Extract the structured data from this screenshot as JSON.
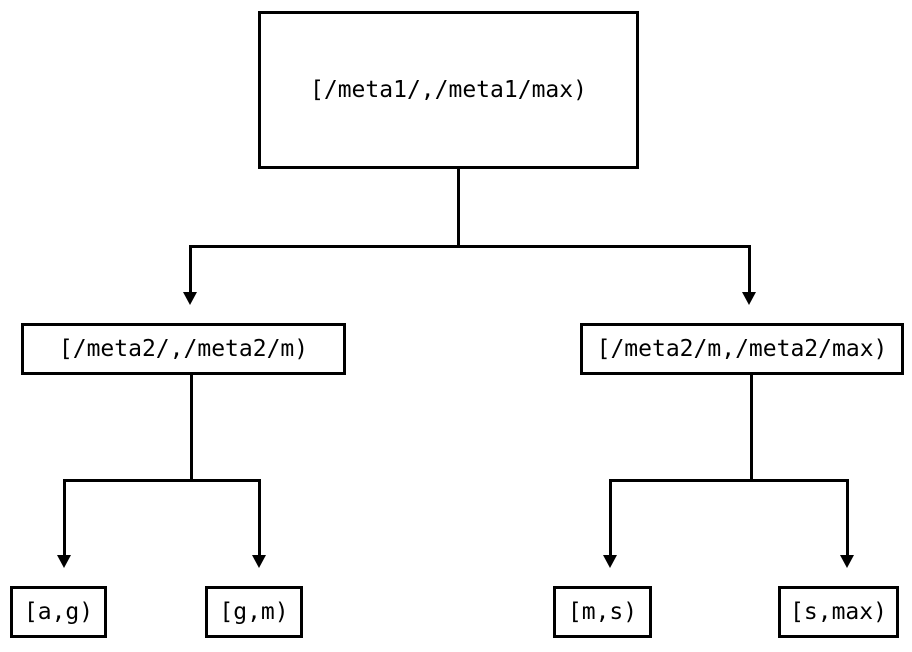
{
  "diagram": {
    "type": "tree",
    "title": "",
    "orientation": "top-down",
    "colors": {
      "stroke": "#000000",
      "fill": "#ffffff",
      "text": "#000000",
      "background": "#ffffff"
    },
    "nodes": {
      "root": {
        "label": "[/meta1/,/meta1/max)"
      },
      "mid_left": {
        "label": "[/meta2/,/meta2/m)"
      },
      "mid_right": {
        "label": "[/meta2/m,/meta2/max)"
      },
      "leaf_1": {
        "label": "[a,g)"
      },
      "leaf_2": {
        "label": "[g,m)"
      },
      "leaf_3": {
        "label": "[m,s)"
      },
      "leaf_4": {
        "label": "[s,max)"
      }
    },
    "edges": [
      {
        "from": "root",
        "to": "mid_left",
        "arrow": "down"
      },
      {
        "from": "root",
        "to": "mid_right",
        "arrow": "down"
      },
      {
        "from": "mid_left",
        "to": "leaf_1",
        "arrow": "down"
      },
      {
        "from": "mid_left",
        "to": "leaf_2",
        "arrow": "down"
      },
      {
        "from": "mid_right",
        "to": "leaf_3",
        "arrow": "down"
      },
      {
        "from": "mid_right",
        "to": "leaf_4",
        "arrow": "down"
      }
    ]
  }
}
